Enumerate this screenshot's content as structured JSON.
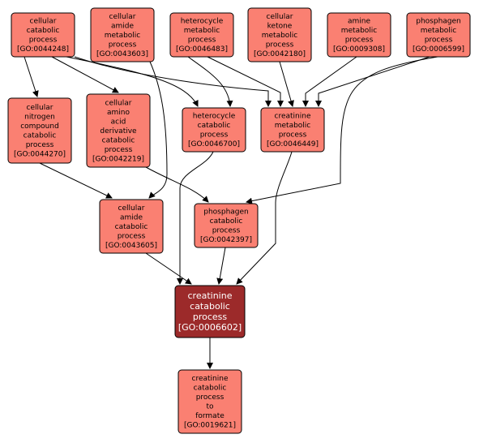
{
  "colors": {
    "node_fill": "#fa8072",
    "node_stroke": "#000000",
    "focus_fill": "#9c2a2a",
    "focus_stroke": "#000000",
    "edge": "#000000"
  },
  "nodes": [
    {
      "id": "n1",
      "lines": [
        "cellular",
        "catabolic",
        "process",
        "[GO:0044248]"
      ]
    },
    {
      "id": "n2",
      "lines": [
        "cellular",
        "amide",
        "metabolic",
        "process",
        "[GO:0043603]"
      ]
    },
    {
      "id": "n3",
      "lines": [
        "heterocycle",
        "metabolic",
        "process",
        "[GO:0046483]"
      ]
    },
    {
      "id": "n4",
      "lines": [
        "cellular",
        "ketone",
        "metabolic",
        "process",
        "[GO:0042180]"
      ]
    },
    {
      "id": "n5",
      "lines": [
        "amine",
        "metabolic",
        "process",
        "[GO:0009308]"
      ]
    },
    {
      "id": "n6",
      "lines": [
        "phosphagen",
        "metabolic",
        "process",
        "[GO:0006599]"
      ]
    },
    {
      "id": "n7",
      "lines": [
        "cellular",
        "nitrogen",
        "compound",
        "catabolic",
        "process",
        "[GO:0044270]"
      ]
    },
    {
      "id": "n8",
      "lines": [
        "cellular",
        "amino",
        "acid",
        "derivative",
        "catabolic",
        "process",
        "[GO:0042219]"
      ]
    },
    {
      "id": "n9",
      "lines": [
        "heterocycle",
        "catabolic",
        "process",
        "[GO:0046700]"
      ]
    },
    {
      "id": "n10",
      "lines": [
        "creatinine",
        "metabolic",
        "process",
        "[GO:0046449]"
      ]
    },
    {
      "id": "n11",
      "lines": [
        "cellular",
        "amide",
        "catabolic",
        "process",
        "[GO:0043605]"
      ]
    },
    {
      "id": "n12",
      "lines": [
        "phosphagen",
        "catabolic",
        "process",
        "[GO:0042397]"
      ]
    },
    {
      "id": "n13",
      "lines": [
        "creatinine",
        "catabolic",
        "process",
        "[GO:0006602]"
      ],
      "focus": true
    },
    {
      "id": "n14",
      "lines": [
        "creatinine",
        "catabolic",
        "process",
        "to",
        "formate",
        "[GO:0019621]"
      ]
    }
  ],
  "edges": [
    {
      "from": "n1",
      "to": "n7"
    },
    {
      "from": "n1",
      "to": "n8"
    },
    {
      "from": "n1",
      "to": "n9"
    },
    {
      "from": "n1",
      "to": "n10"
    },
    {
      "from": "n2",
      "to": "n11"
    },
    {
      "from": "n3",
      "to": "n9"
    },
    {
      "from": "n3",
      "to": "n10"
    },
    {
      "from": "n4",
      "to": "n10"
    },
    {
      "from": "n5",
      "to": "n10"
    },
    {
      "from": "n6",
      "to": "n10"
    },
    {
      "from": "n6",
      "to": "n12"
    },
    {
      "from": "n7",
      "to": "n11"
    },
    {
      "from": "n8",
      "to": "n12"
    },
    {
      "from": "n9",
      "to": "n13"
    },
    {
      "from": "n10",
      "to": "n13"
    },
    {
      "from": "n11",
      "to": "n13"
    },
    {
      "from": "n12",
      "to": "n13"
    },
    {
      "from": "n13",
      "to": "n14"
    }
  ]
}
